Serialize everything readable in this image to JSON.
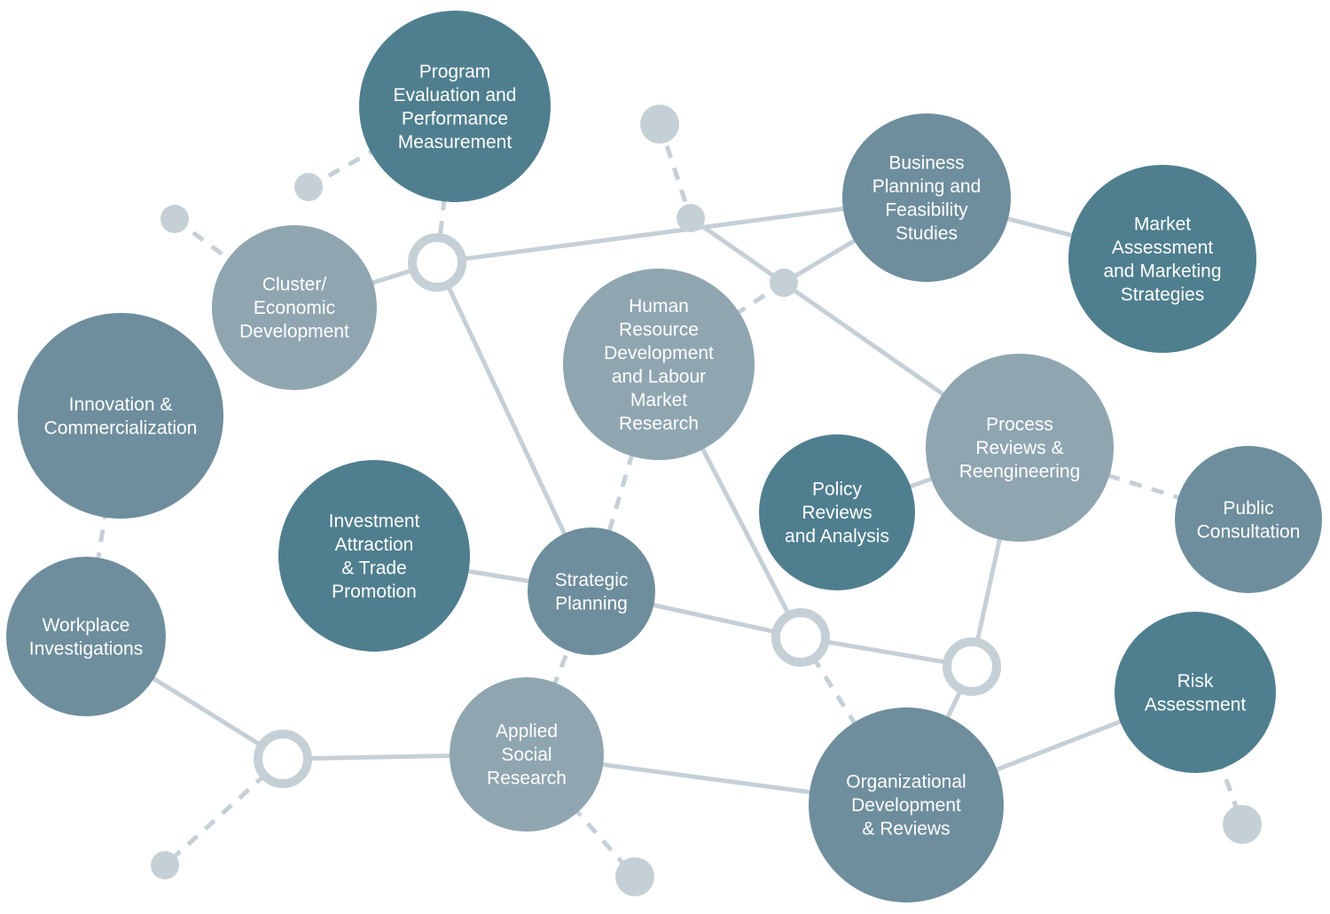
{
  "colors": {
    "dark": "#4f7f8f",
    "medium": "#6e8e9d",
    "light": "#8fa6b1",
    "connector": "#c5d0d6"
  },
  "nodes": [
    {
      "id": "program-evaluation",
      "tone": "dark",
      "lines": [
        "Program",
        "Evaluation and",
        "Performance",
        "Measurement"
      ]
    },
    {
      "id": "business-planning",
      "tone": "medium",
      "lines": [
        "Business",
        "Planning and",
        "Feasibility",
        "Studies"
      ]
    },
    {
      "id": "market-assessment",
      "tone": "dark",
      "lines": [
        "Market",
        "Assessment",
        "and Marketing",
        "Strategies"
      ]
    },
    {
      "id": "cluster-economic",
      "tone": "light",
      "lines": [
        "Cluster/",
        "Economic",
        "Development"
      ]
    },
    {
      "id": "human-resource",
      "tone": "light",
      "lines": [
        "Human",
        "Resource",
        "Development",
        "and Labour",
        "Market",
        "Research"
      ]
    },
    {
      "id": "innovation",
      "tone": "medium",
      "lines": [
        "Innovation &",
        "Commercialization"
      ]
    },
    {
      "id": "process-reviews",
      "tone": "light",
      "lines": [
        "Process",
        "Reviews &",
        "Reengineering"
      ]
    },
    {
      "id": "policy-reviews",
      "tone": "dark",
      "lines": [
        "Policy",
        "Reviews",
        "and Analysis"
      ]
    },
    {
      "id": "public-consultation",
      "tone": "medium",
      "lines": [
        "Public",
        "Consultation"
      ]
    },
    {
      "id": "investment-attraction",
      "tone": "dark",
      "lines": [
        "Investment",
        "Attraction",
        "& Trade",
        "Promotion"
      ]
    },
    {
      "id": "strategic-planning",
      "tone": "medium",
      "lines": [
        "Strategic",
        "Planning"
      ]
    },
    {
      "id": "workplace-investigations",
      "tone": "medium",
      "lines": [
        "Workplace",
        "Investigations"
      ]
    },
    {
      "id": "risk-assessment",
      "tone": "dark",
      "lines": [
        "Risk",
        "Assessment"
      ]
    },
    {
      "id": "applied-social-research",
      "tone": "light",
      "lines": [
        "Applied",
        "Social",
        "Research"
      ]
    },
    {
      "id": "organizational-development",
      "tone": "medium",
      "lines": [
        "Organizational",
        "Development",
        "& Reviews"
      ]
    }
  ]
}
